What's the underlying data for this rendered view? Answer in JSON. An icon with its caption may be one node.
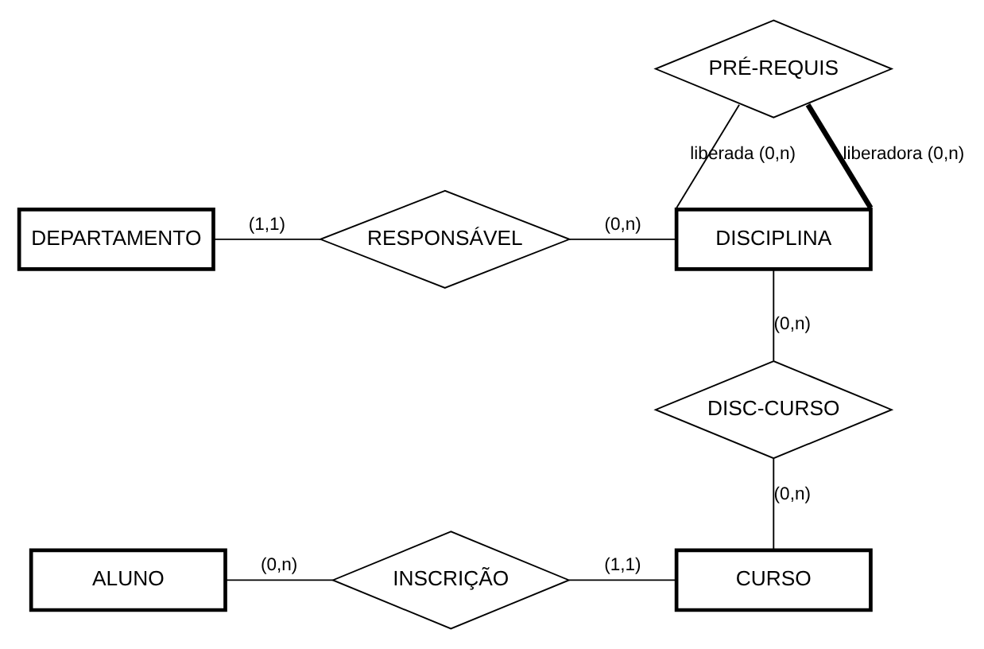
{
  "diagram": {
    "nodes": [
      {
        "text": [
          "PRÉ-REQUIS"
        ]
      },
      {
        "text": [
          "DEPARTAMENTO"
        ]
      },
      {
        "text": [
          "RESPONSÁVEL"
        ]
      },
      {
        "text": [
          "DISCIPLINA"
        ]
      },
      {
        "text": [
          "DISC-CURSO"
        ]
      },
      {
        "text": [
          "ALUNO"
        ]
      },
      {
        "text": [
          "INSCRIÇÃO"
        ]
      },
      {
        "text": [
          "CURSO"
        ]
      }
    ],
    "edges": [
      {
        "from": 0,
        "to": 3,
        "arrow": "none",
        "label": "liberada (0,n)"
      },
      {
        "from": 0,
        "to": 3,
        "arrow": "none",
        "label": "liberadora (0,n)",
        "style": "thick"
      },
      {
        "from": 1,
        "to": 2,
        "arrow": "none",
        "label": "(1,1)"
      },
      {
        "from": 2,
        "to": 3,
        "arrow": "none",
        "label": "(0,n)"
      },
      {
        "from": 3,
        "to": 4,
        "arrow": "none",
        "label": "(0,n)"
      },
      {
        "from": 4,
        "to": 7,
        "arrow": "none",
        "label": "(0,n)"
      },
      {
        "from": 5,
        "to": 6,
        "arrow": "none",
        "label": "(0,n)"
      },
      {
        "from": 6,
        "to": 7,
        "arrow": "none",
        "label": "(1,1)"
      }
    ]
  }
}
